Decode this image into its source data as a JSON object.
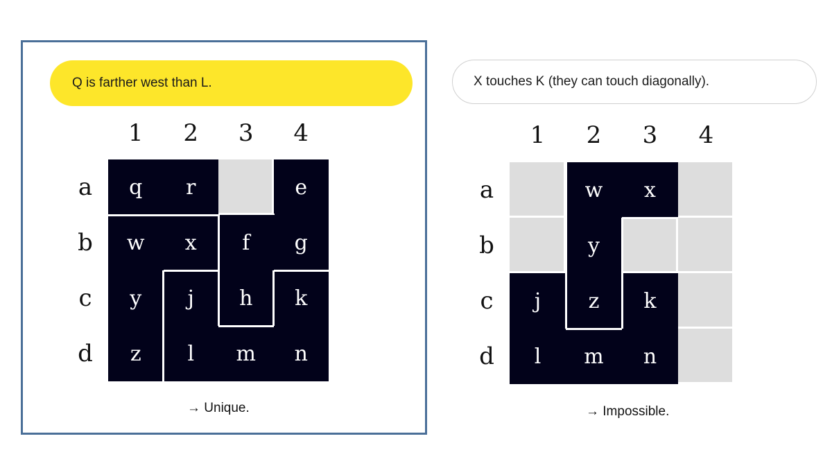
{
  "left_panel": {
    "clue": "Q is farther west than L.",
    "result": "→ Unique.",
    "columns": [
      "1",
      "2",
      "3",
      "4"
    ],
    "rows": [
      "a",
      "b",
      "c",
      "d"
    ],
    "cells": [
      [
        "q",
        "r",
        "",
        "e"
      ],
      [
        "w",
        "x",
        "f",
        "g"
      ],
      [
        "y",
        "j",
        "h",
        "k"
      ],
      [
        "z",
        "l",
        "m",
        "n"
      ]
    ]
  },
  "right_panel": {
    "clue": "X touches K (they can touch diagonally).",
    "result": "→ Impossible.",
    "columns": [
      "1",
      "2",
      "3",
      "4"
    ],
    "rows": [
      "a",
      "b",
      "c",
      "d"
    ],
    "cells": [
      [
        "",
        "w",
        "x",
        ""
      ],
      [
        "",
        "y",
        "",
        ""
      ],
      [
        "j",
        "z",
        "k",
        ""
      ],
      [
        "l",
        "m",
        "n",
        ""
      ]
    ]
  },
  "colors": {
    "highlight_clue": "#fde62a",
    "frame": "#4a6f98",
    "dark_cell": "#02021a",
    "empty_cell": "#dddddd"
  }
}
